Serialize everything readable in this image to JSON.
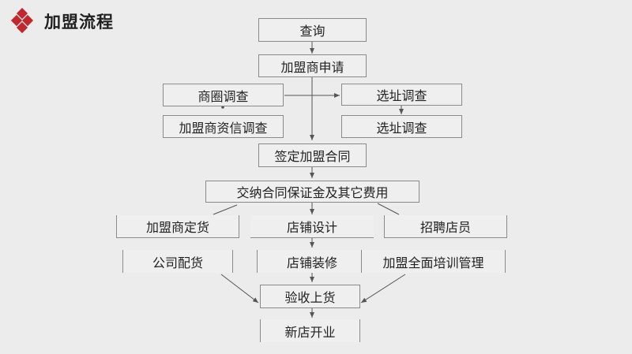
{
  "header": {
    "title": "加盟流程",
    "logo_color": "#c0282e"
  },
  "flow": {
    "query": "查询",
    "apply": "加盟商申请",
    "trade_area_survey": "商圈调查",
    "franchisee_credit_survey": "加盟商资信调查",
    "site_survey_1": "选址调查",
    "site_survey_2": "选址调查",
    "sign_contract": "签定加盟合同",
    "pay_fees": "交纳合同保证金及其它费用",
    "franchisee_order": "加盟商定货",
    "store_design": "店铺设计",
    "recruit_staff": "招聘店员",
    "company_ship": "公司配货",
    "store_decoration": "店铺装修",
    "full_training": "加盟全面培训管理",
    "acceptance": "验收上货",
    "store_opening": "新店开业"
  },
  "colors": {
    "background": "#ececec",
    "box_fill": "#efefef",
    "border": "#8a8a8a",
    "arrow": "#555555"
  }
}
